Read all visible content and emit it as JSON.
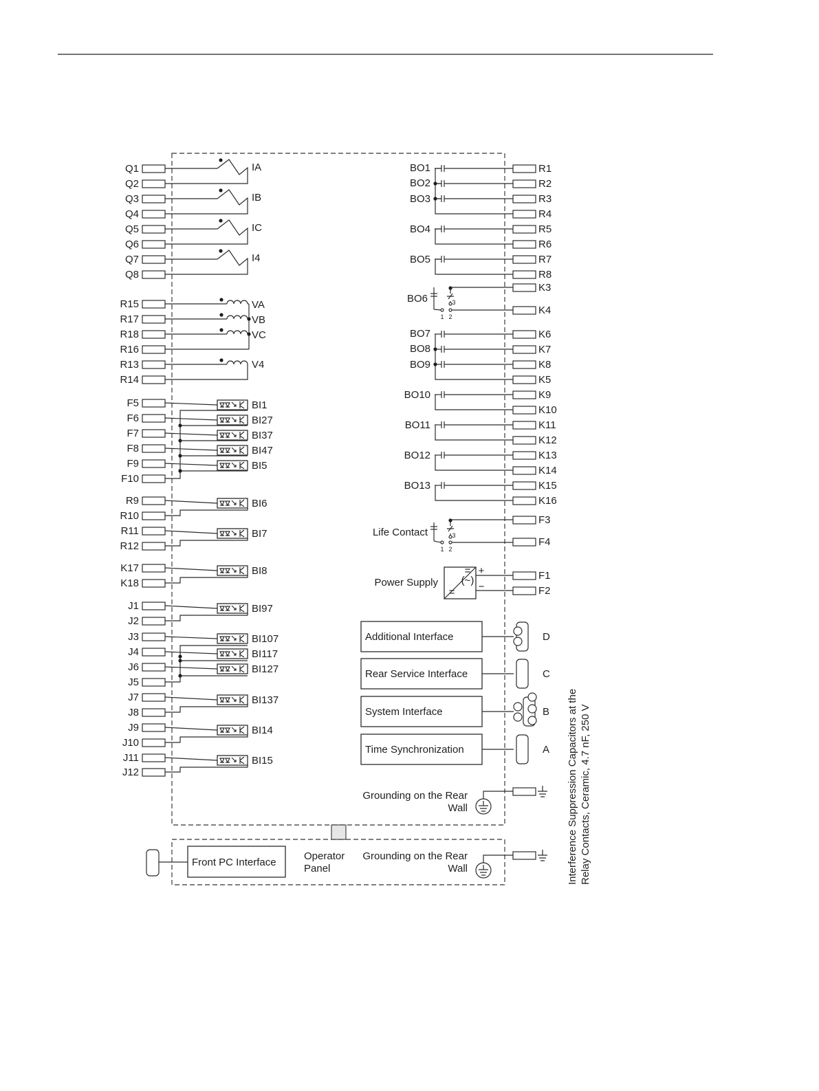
{
  "current_inputs": [
    {
      "label": "IA",
      "terms": [
        "Q1",
        "Q2"
      ]
    },
    {
      "label": "IB",
      "terms": [
        "Q3",
        "Q4"
      ]
    },
    {
      "label": "IC",
      "terms": [
        "Q5",
        "Q6"
      ]
    },
    {
      "label": "I4",
      "terms": [
        "Q7",
        "Q8"
      ]
    }
  ],
  "voltage_inputs": {
    "coils": [
      {
        "label": "VA",
        "term": "R15"
      },
      {
        "label": "VB",
        "term": "R17"
      },
      {
        "label": "VC",
        "term": "R18"
      }
    ],
    "common": "R16",
    "v4": {
      "label": "V4",
      "terms": [
        "R13",
        "R14"
      ]
    }
  },
  "binary_group_f": {
    "terms": [
      "F5",
      "F6",
      "F7",
      "F8",
      "F9",
      "F10"
    ],
    "labels": [
      "BI1",
      "BI27",
      "BI37",
      "BI47",
      "BI5"
    ]
  },
  "binary_pairs_a": [
    {
      "label": "BI6",
      "terms": [
        "R9",
        "R10"
      ]
    },
    {
      "label": "BI7",
      "terms": [
        "R11",
        "R12"
      ]
    },
    {
      "label": "BI8",
      "terms": [
        "K17",
        "K18"
      ]
    },
    {
      "label": "BI97",
      "terms": [
        "J1",
        "J2"
      ]
    }
  ],
  "binary_group_j": {
    "terms": [
      "J3",
      "J4",
      "J6",
      "J5"
    ],
    "labels": [
      "BI107",
      "BI117",
      "BI127"
    ]
  },
  "binary_pairs_b": [
    {
      "label": "BI137",
      "terms": [
        "J7",
        "J8"
      ]
    },
    {
      "label": "BI14",
      "terms": [
        "J9",
        "J10"
      ]
    },
    {
      "label": "BI15",
      "terms": [
        "J11",
        "J12"
      ]
    }
  ],
  "binary_outputs_top": {
    "labels": [
      "BO1",
      "BO2",
      "BO3",
      "BO4",
      "BO5"
    ],
    "terms": [
      "R1",
      "R2",
      "R3",
      "R4",
      "R5",
      "R6",
      "R7",
      "R8"
    ]
  },
  "bo6": {
    "label": "BO6",
    "terms": [
      "K3",
      "K4"
    ],
    "pins": [
      "1",
      "2",
      "3"
    ]
  },
  "binary_outputs_mid": {
    "labels": [
      "BO7",
      "BO8",
      "BO9"
    ],
    "terms": [
      "K6",
      "K7",
      "K8",
      "K5"
    ]
  },
  "binary_outputs_pairs": [
    {
      "label": "BO10",
      "terms": [
        "K9",
        "K10"
      ]
    },
    {
      "label": "BO11",
      "terms": [
        "K11",
        "K12"
      ]
    },
    {
      "label": "BO12",
      "terms": [
        "K13",
        "K14"
      ]
    },
    {
      "label": "BO13",
      "terms": [
        "K15",
        "K16"
      ]
    }
  ],
  "life_contact": {
    "label": "Life Contact",
    "terms": [
      "F3",
      "F4"
    ],
    "pins": [
      "1",
      "2",
      "3"
    ]
  },
  "power_supply": {
    "label": "Power Supply",
    "terms": [
      "F1",
      "F2"
    ],
    "plus": "+",
    "minus": "−",
    "sym_dc_top": "=",
    "sym_ac": "(~)",
    "sym_dc_bottom": "="
  },
  "interfaces": [
    {
      "label": "Additional Interface",
      "port": "D"
    },
    {
      "label": "Rear Service Interface",
      "port": "C"
    },
    {
      "label": "System Interface",
      "port": "B"
    },
    {
      "label": "Time Synchronization",
      "port": "A"
    }
  ],
  "grounding": {
    "line1": "Grounding on the Rear",
    "line2": "Wall",
    "ground_symbol": "⏚"
  },
  "operator_panel": {
    "line1": "Operator",
    "line2": "Panel",
    "front_pc": "Front PC Interface"
  },
  "side_note": {
    "line1": "Interference Suppression Capacitors at the",
    "line2": "Relay Contacts, Ceramic, 4.7 nF, 250 V"
  },
  "icons": [
    "connector-icon",
    "ground-icon",
    "optocoupler-icon",
    "contact-icon"
  ]
}
